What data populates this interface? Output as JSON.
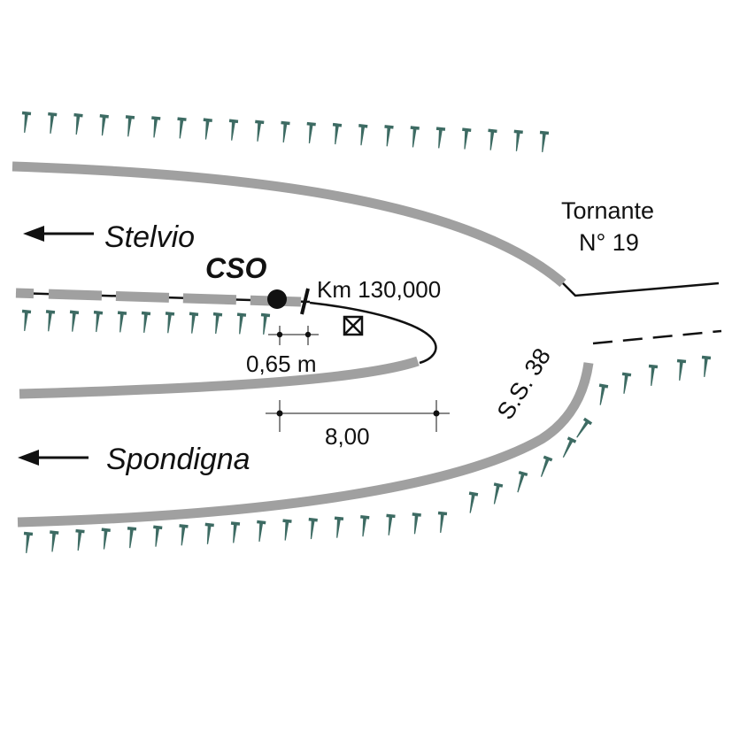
{
  "labels": {
    "stelvio": "Stelvio",
    "spondigna": "Spondigna",
    "tornante_line1": "Tornante",
    "tornante_line2": "N° 19",
    "cso": "CSO",
    "km": "Km 130,000",
    "dim_small": "0,65 m",
    "dim_large": "8,00",
    "road": "S.S. 38"
  },
  "colors": {
    "road_edge": "#a0a0a0",
    "line": "#111111",
    "vegetation": "#3d6b63"
  },
  "symbols": {
    "station": "filled-circle",
    "marker": "boxed-cross-symbol",
    "direction": "arrow-left-icon"
  }
}
